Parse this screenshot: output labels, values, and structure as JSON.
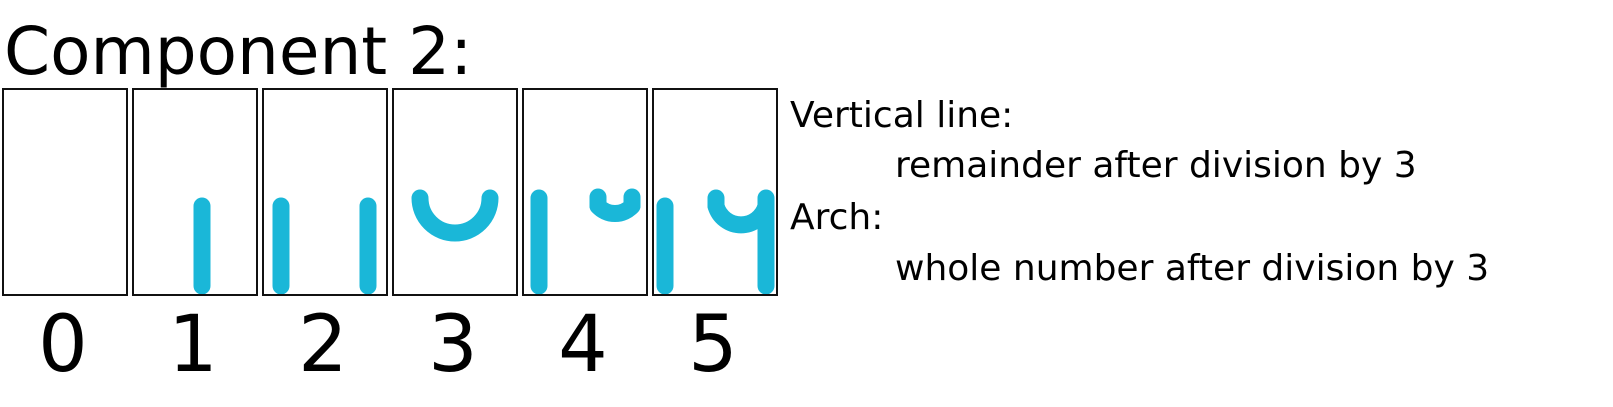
{
  "title": "Component 2:",
  "glyph_color": "#1ab7d8",
  "cells": [
    {
      "label": "0",
      "strokes": []
    },
    {
      "label": "1",
      "strokes": [
        "vertical-line"
      ]
    },
    {
      "label": "2",
      "strokes": [
        "vertical-line",
        "vertical-line"
      ]
    },
    {
      "label": "3",
      "strokes": [
        "arch"
      ]
    },
    {
      "label": "4",
      "strokes": [
        "vertical-line",
        "arch"
      ]
    },
    {
      "label": "5",
      "strokes": [
        "vertical-line",
        "vertical-line",
        "arch"
      ]
    }
  ],
  "legend": {
    "vertical_heading": "Vertical line:",
    "vertical_desc": "remainder after division by 3",
    "arch_heading": "Arch:",
    "arch_desc": "whole number after division by 3"
  }
}
